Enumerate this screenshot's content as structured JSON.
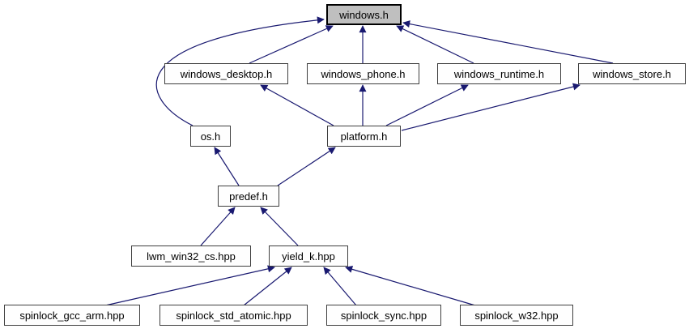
{
  "diagram": {
    "type": "include-dependency-graph",
    "colors": {
      "edge": "#191970",
      "node_fill": "#fefefe",
      "node_border": "#3f3f3f",
      "highlight_fill": "#bfbfbf",
      "highlight_border": "#000000"
    },
    "nodes": [
      {
        "label": "windows.h",
        "highlighted": true
      },
      {
        "label": "windows_desktop.h",
        "highlighted": false
      },
      {
        "label": "windows_phone.h",
        "highlighted": false
      },
      {
        "label": "windows_runtime.h",
        "highlighted": false
      },
      {
        "label": "windows_store.h",
        "highlighted": false
      },
      {
        "label": "os.h",
        "highlighted": false
      },
      {
        "label": "platform.h",
        "highlighted": false
      },
      {
        "label": "predef.h",
        "highlighted": false
      },
      {
        "label": "lwm_win32_cs.hpp",
        "highlighted": false
      },
      {
        "label": "yield_k.hpp",
        "highlighted": false
      },
      {
        "label": "spinlock_gcc_arm.hpp",
        "highlighted": false
      },
      {
        "label": "spinlock_std_atomic.hpp",
        "highlighted": false
      },
      {
        "label": "spinlock_sync.hpp",
        "highlighted": false
      },
      {
        "label": "spinlock_w32.hpp",
        "highlighted": false
      }
    ],
    "edges": [
      {
        "from": "windows_desktop.h",
        "to": "windows.h"
      },
      {
        "from": "windows_phone.h",
        "to": "windows.h"
      },
      {
        "from": "windows_runtime.h",
        "to": "windows.h"
      },
      {
        "from": "windows_store.h",
        "to": "windows.h"
      },
      {
        "from": "os.h",
        "to": "windows.h"
      },
      {
        "from": "platform.h",
        "to": "windows_desktop.h"
      },
      {
        "from": "platform.h",
        "to": "windows_phone.h"
      },
      {
        "from": "platform.h",
        "to": "windows_runtime.h"
      },
      {
        "from": "platform.h",
        "to": "windows_store.h"
      },
      {
        "from": "predef.h",
        "to": "os.h"
      },
      {
        "from": "predef.h",
        "to": "platform.h"
      },
      {
        "from": "lwm_win32_cs.hpp",
        "to": "predef.h"
      },
      {
        "from": "yield_k.hpp",
        "to": "predef.h"
      },
      {
        "from": "spinlock_gcc_arm.hpp",
        "to": "yield_k.hpp"
      },
      {
        "from": "spinlock_std_atomic.hpp",
        "to": "yield_k.hpp"
      },
      {
        "from": "spinlock_sync.hpp",
        "to": "yield_k.hpp"
      },
      {
        "from": "spinlock_w32.hpp",
        "to": "yield_k.hpp"
      }
    ]
  }
}
